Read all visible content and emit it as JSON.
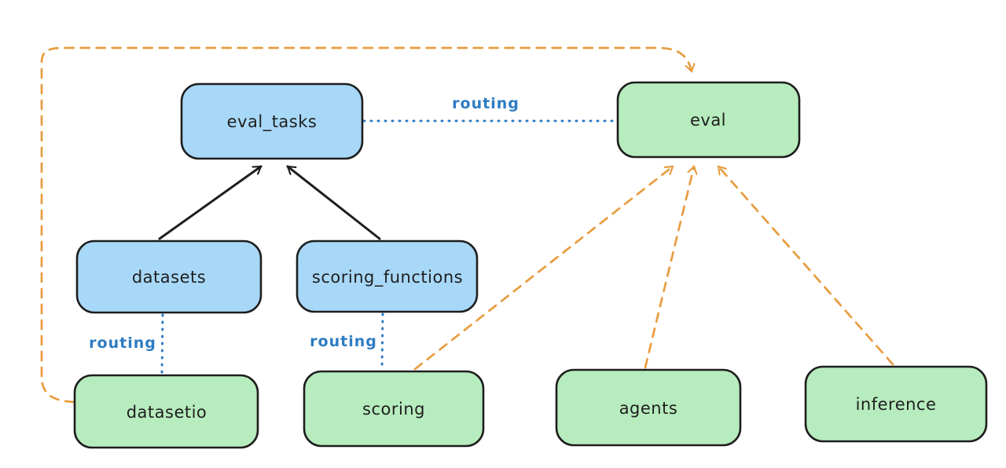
{
  "diagram": {
    "description": "routing diagram connecting registry resources to API providers",
    "colors": {
      "background": "#ffffff",
      "blue_fill": "#a8d8f8",
      "green_fill": "#b7ecbe",
      "stroke_black": "#1e1e1e",
      "orange": "#e89c3f",
      "routing_blue": "#2e7cc3"
    },
    "nodes": {
      "eval_tasks": {
        "label": "eval_tasks",
        "color": "blue"
      },
      "eval": {
        "label": "eval",
        "color": "green"
      },
      "datasets": {
        "label": "datasets",
        "color": "blue"
      },
      "scoring_functions": {
        "label": "scoring_functions",
        "color": "blue"
      },
      "datasetio": {
        "label": "datasetio",
        "color": "green"
      },
      "scoring": {
        "label": "scoring",
        "color": "green"
      },
      "agents": {
        "label": "agents",
        "color": "green"
      },
      "inference": {
        "label": "inference",
        "color": "green"
      }
    },
    "edges": [
      {
        "from": "eval_tasks",
        "to": "eval",
        "label": "routing",
        "style": "dotted-blue"
      },
      {
        "from": "datasets",
        "to": "eval_tasks",
        "label": "",
        "style": "solid-black-arrow"
      },
      {
        "from": "scoring_functions",
        "to": "eval_tasks",
        "label": "",
        "style": "solid-black-arrow"
      },
      {
        "from": "datasets",
        "to": "datasetio",
        "label": "routing",
        "style": "dotted-blue"
      },
      {
        "from": "scoring_functions",
        "to": "scoring",
        "label": "routing",
        "style": "dotted-blue"
      },
      {
        "from": "datasetio",
        "to": "eval",
        "label": "",
        "style": "dashed-orange-arrow"
      },
      {
        "from": "scoring",
        "to": "eval",
        "label": "",
        "style": "dashed-orange-arrow"
      },
      {
        "from": "agents",
        "to": "eval",
        "label": "",
        "style": "dashed-orange-arrow"
      },
      {
        "from": "inference",
        "to": "eval",
        "label": "",
        "style": "dashed-orange-arrow"
      }
    ]
  }
}
